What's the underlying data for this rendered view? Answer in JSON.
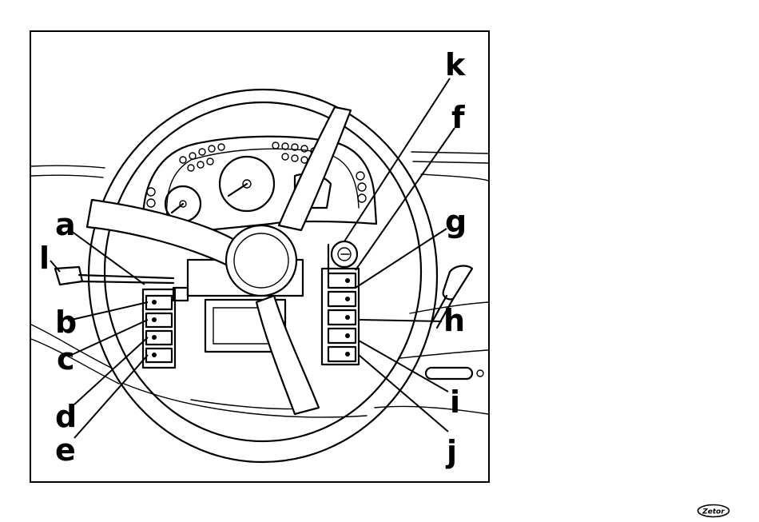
{
  "figure": {
    "callouts": {
      "a": "a",
      "b": "b",
      "c": "c",
      "d": "d",
      "e": "e",
      "f": "f",
      "g": "g",
      "h": "h",
      "i": "i",
      "j": "j",
      "k": "k",
      "l": "l"
    },
    "brand": "Zetor"
  }
}
